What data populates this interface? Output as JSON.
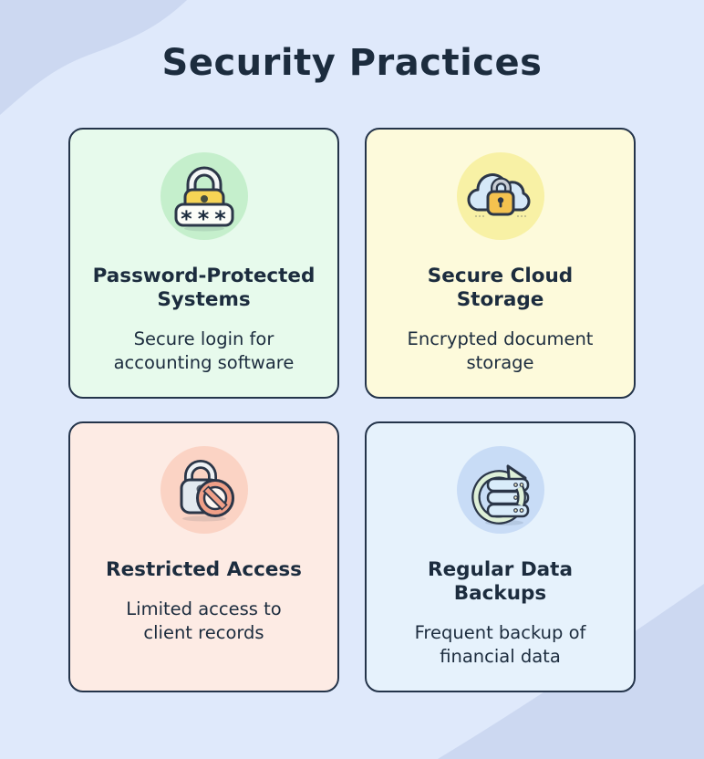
{
  "page": {
    "title": "Security Practices",
    "background_color": "#dfe9fb",
    "wave_color": "#ccd8f1",
    "text_color": "#1c2c3e",
    "card_border_color": "#24344a"
  },
  "icons": {
    "password_mask": "***"
  },
  "cards": [
    {
      "title": "Password-Protected\nSystems",
      "subtitle": "Secure login for\naccounting software",
      "icon": "password-lock-icon",
      "bg_color": "#e7faec",
      "icon_bg_color": "#c5efcc"
    },
    {
      "title": "Secure Cloud\nStorage",
      "subtitle": "Encrypted document\nstorage",
      "icon": "cloud-lock-icon",
      "bg_color": "#fdfadb",
      "icon_bg_color": "#f8f1a5"
    },
    {
      "title": "Restricted Access",
      "subtitle": "Limited access to\nclient records",
      "icon": "lock-prohibition-icon",
      "bg_color": "#fdebe4",
      "icon_bg_color": "#fbd3c4"
    },
    {
      "title": "Regular Data\nBackups",
      "subtitle": "Frequent backup of\nfinancial data",
      "icon": "server-backup-arrow-icon",
      "bg_color": "#e6f2fc",
      "icon_bg_color": "#c8dcf6"
    }
  ]
}
